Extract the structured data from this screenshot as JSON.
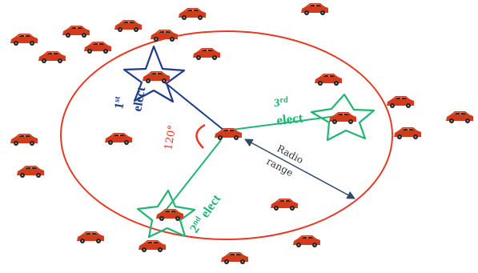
{
  "colors": {
    "range_circle": "#e53a23",
    "first_elect": "#1f3c88",
    "second_elect": "#22b573",
    "third_elect": "#22b573",
    "radio_arrow": "#2d4a66",
    "angle_mark": "#e53a23",
    "car_body": "#d23b1c",
    "car_glass": "#2a2a2a"
  },
  "labels": {
    "first_elect": {
      "num": "1",
      "sup": "st",
      "word": "elect"
    },
    "second_elect": {
      "num": "2",
      "sup": "nd",
      "word": "elect"
    },
    "third_elect": {
      "num": "3",
      "sup": "rd",
      "word": "elect"
    },
    "angle": "120°",
    "radio_line1": "Radio",
    "radio_line2": "range"
  },
  "icons": {
    "vehicle": "car-icon",
    "elect_marker": "star-icon"
  }
}
